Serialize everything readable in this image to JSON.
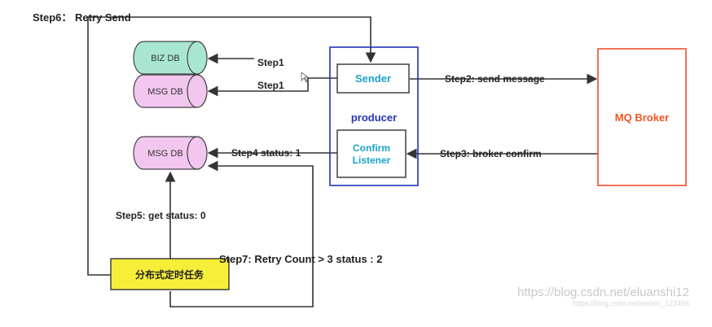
{
  "steps": {
    "step6": "Step6： Retry Send",
    "step1_biz": "Step1",
    "step1_msg": "Step1",
    "step2": "Step2:  send message",
    "step3": "Step3:  broker confirm",
    "step4": "Step4 status: 1",
    "step5": "Step5: get status:  0",
    "step7": "Step7: Retry Count > 3 status : 2"
  },
  "nodes": {
    "biz_db": "BIZ DB",
    "msg_db_top": "MSG DB",
    "msg_db_bottom": "MSG DB",
    "sender": "Sender",
    "producer": "producer",
    "confirm_line1": "Confirm",
    "confirm_line2": "Listener",
    "mq_broker": "MQ Broker",
    "scheduler": "分布式定时任务"
  },
  "watermark": {
    "line1": "https://blog.csdn.net/eluanshi12",
    "line2": "https://blog.csdn.net/weixin_123456"
  },
  "colors": {
    "teal_db": "#a8e6d2",
    "pink_db": "#f3c6ef",
    "sender_text": "#1aa3c8",
    "producer_border": "#2233bb",
    "broker_border": "#f06040",
    "broker_text": "#ee5522",
    "scheduler_fill": "#f7ee3a"
  }
}
